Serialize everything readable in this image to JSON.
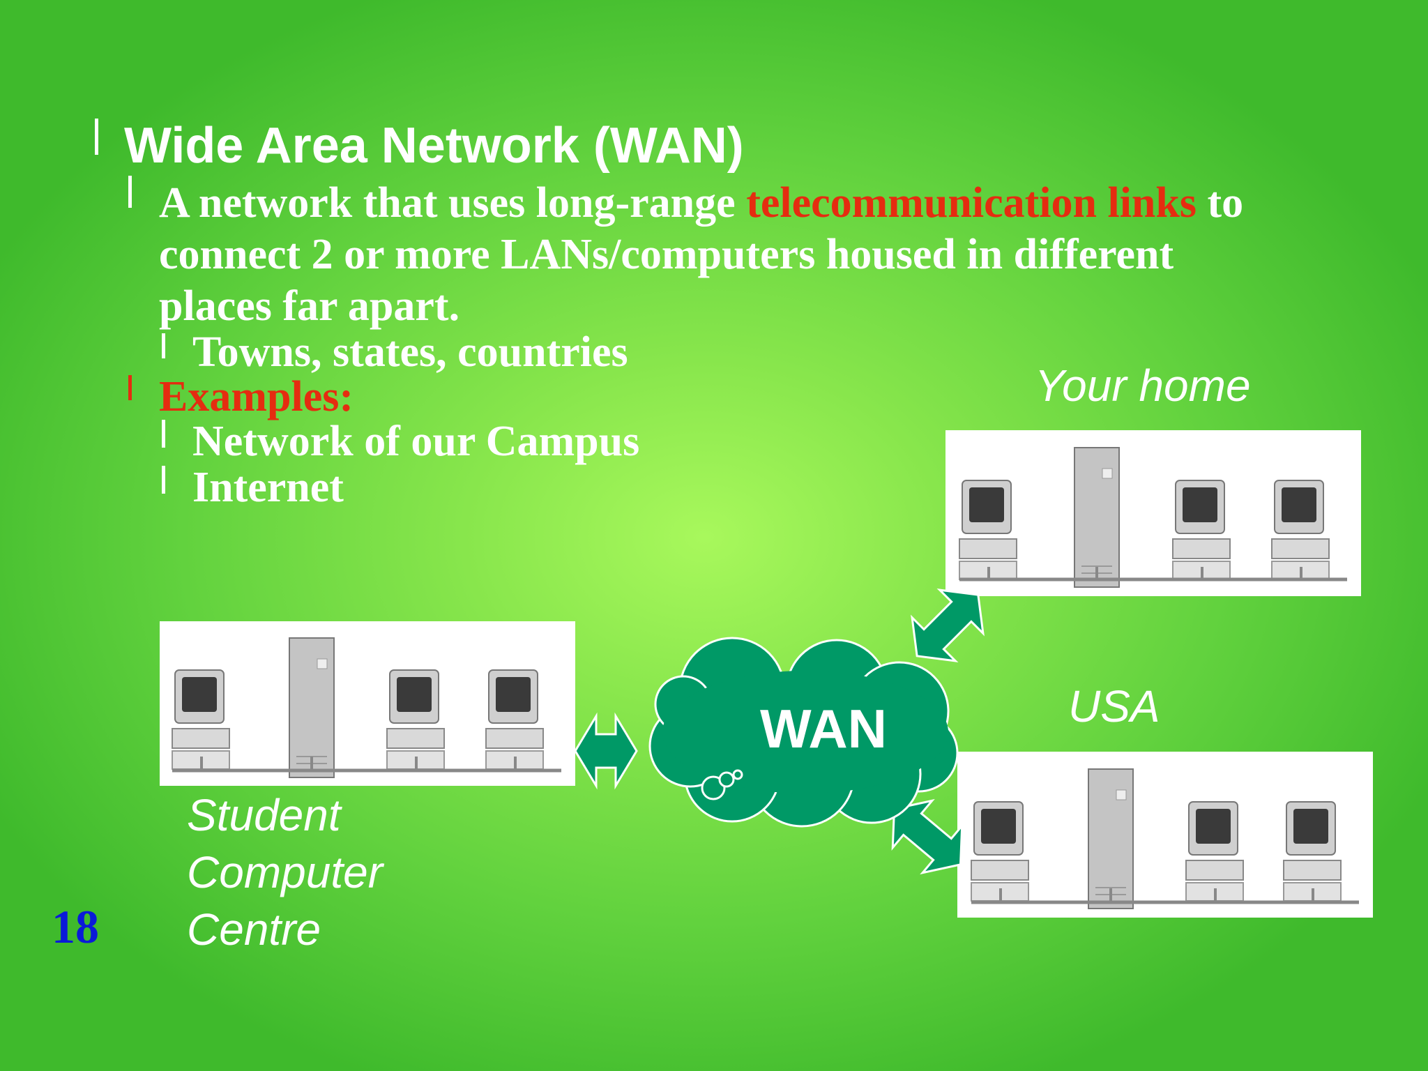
{
  "slide": {
    "title": "Wide Area Network (WAN)",
    "definition_pre": "A network that uses long-range ",
    "definition_highlight": "telecommunication links",
    "definition_post": " to",
    "definition_line2": "connect 2 or more LANs/computers housed in different",
    "definition_line3": "places far apart.",
    "sub_point": "Towns, states, countries",
    "examples_label": "Examples:",
    "example_1": "Network of our Campus",
    "example_2": "Internet",
    "page_number": "18"
  },
  "diagram": {
    "cloud_label": "WAN",
    "site_home": "Your home",
    "site_usa": "USA",
    "site_scc_line1": "Student",
    "site_scc_line2": "Computer",
    "site_scc_line3": "Centre"
  },
  "colors": {
    "background": "#7fe04a",
    "highlight": "#e52c10",
    "cloud": "#009966",
    "page_number": "#0a1ad8"
  }
}
